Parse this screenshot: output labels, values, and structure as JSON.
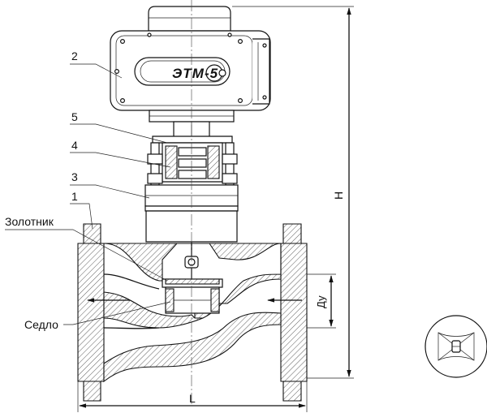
{
  "actuator": {
    "brand_label": "ЭТМ-5"
  },
  "callouts": [
    {
      "id": "c2",
      "label": "2"
    },
    {
      "id": "c5",
      "label": "5"
    },
    {
      "id": "c4",
      "label": "4"
    },
    {
      "id": "c3",
      "label": "3"
    },
    {
      "id": "c1",
      "label": "1"
    }
  ],
  "parts": {
    "plug_label": "Золотник",
    "seat_label": "Седло"
  },
  "dimensions": {
    "height": "H",
    "length": "L",
    "nominal_bore": "Ду"
  }
}
